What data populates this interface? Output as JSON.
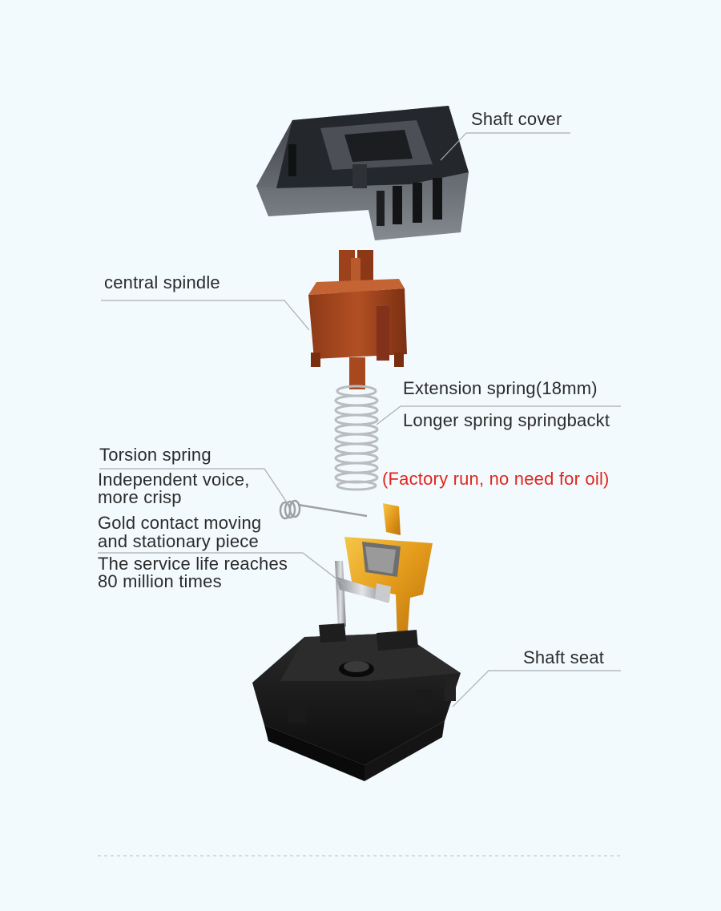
{
  "labels": {
    "shaft_cover": "Shaft cover",
    "central_spindle": "central spindle",
    "extension_spring": "Extension spring(18mm)",
    "longer_spring": "Longer spring springbackt",
    "factory_run": "(Factory run, no need for oil)",
    "torsion_spring": "Torsion spring",
    "independent_voice": [
      "Independent voice,",
      "more crisp"
    ],
    "gold_contact": [
      "Gold contact moving",
      "and stationary piece"
    ],
    "service_life": [
      "The service life reaches",
      "80 million times"
    ],
    "shaft_seat": "Shaft seat"
  },
  "colors": {
    "background": "#f3fafd",
    "note_red": "#e0261f",
    "spindle_brown": "#a9471f",
    "contact_gold": "#e6a21c",
    "housing_black": "#141414",
    "cover_smoke": "#3a3d42"
  }
}
